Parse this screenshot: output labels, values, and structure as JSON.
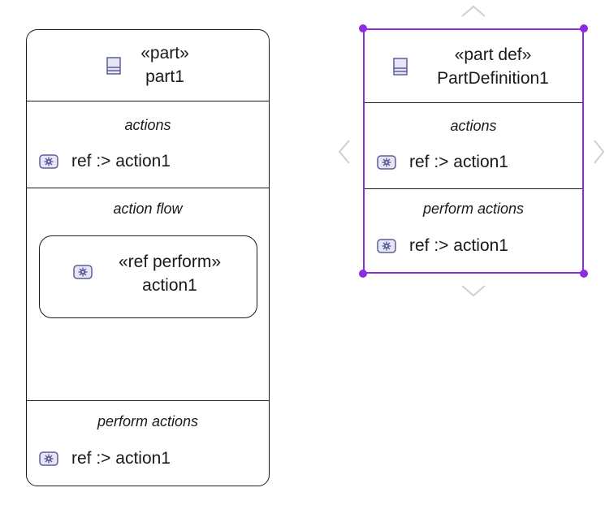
{
  "part_node": {
    "stereotype": "«part»",
    "name": "part1",
    "icon": "part-usage-icon",
    "compartments": [
      {
        "title": "actions",
        "items": [
          {
            "icon": "action-icon",
            "label": "ref :> action1"
          }
        ]
      },
      {
        "title": "action flow",
        "nested_node": {
          "icon": "action-icon",
          "stereotype": "«ref perform»",
          "name": "action1"
        }
      },
      {
        "title": "perform actions",
        "items": [
          {
            "icon": "action-icon",
            "label": "ref :> action1"
          }
        ]
      }
    ]
  },
  "part_def_node": {
    "stereotype": "«part def»",
    "name": "PartDefinition1",
    "icon": "part-definition-icon",
    "selected": true,
    "compartments": [
      {
        "title": "actions",
        "items": [
          {
            "icon": "action-icon",
            "label": "ref :> action1"
          }
        ]
      },
      {
        "title": "perform actions",
        "items": [
          {
            "icon": "action-icon",
            "label": "ref :> action1"
          }
        ]
      }
    ]
  },
  "colors": {
    "selection": "#8b2be2",
    "icon_fill": "#e6e6f5",
    "icon_stroke": "#5f5f9a",
    "chevron": "#cfcfcf",
    "border": "#1c1c1c"
  }
}
